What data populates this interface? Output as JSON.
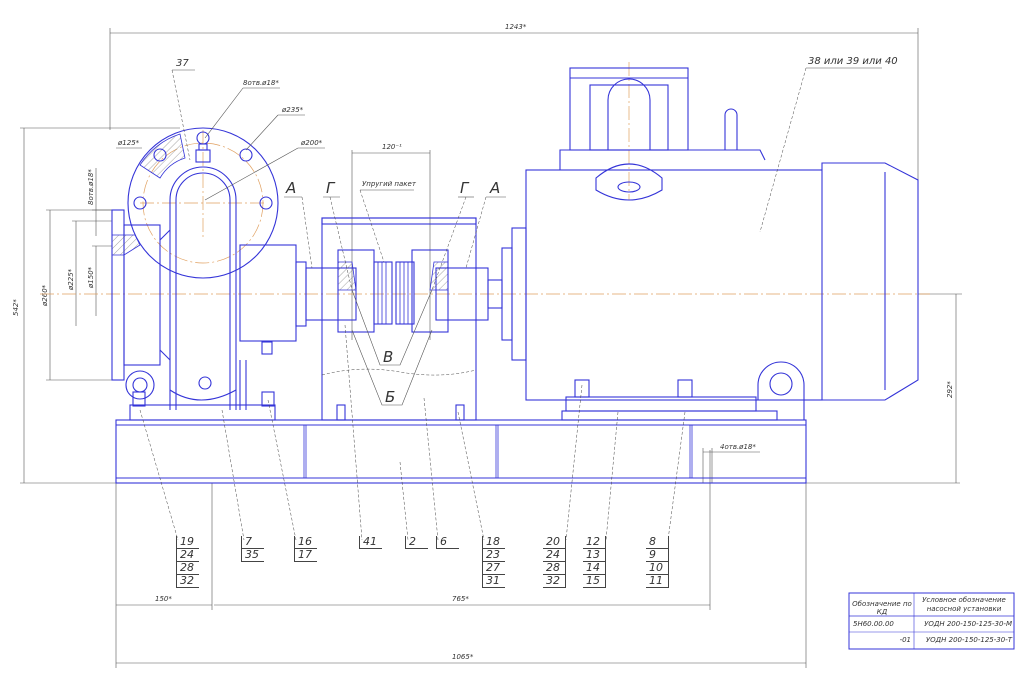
{
  "drawing": {
    "dimensions": {
      "overall_length": "1243*",
      "overall_height": "542*",
      "axis_height": "292*",
      "base_length": "1065*",
      "offset_left": "150*",
      "anchor_spacing": "765*",
      "coupling_gap": "120⁻¹",
      "flange_d260": "ø260*",
      "flange_d225": "ø225*",
      "flange_d150": "ø150*",
      "outlet_d125": "ø125*",
      "outlet_d235": "ø235*",
      "outlet_d200": "ø200*",
      "bolt_holes_outlet": "8отв.ø18*",
      "bolt_holes_inlet": "8отв.ø18*",
      "anchor_holes": "4отв.ø18*"
    },
    "callouts": {
      "pump_part": "37",
      "motor": "38 или 39 или 40",
      "section_a_left": "А",
      "section_g_left": "Г",
      "section_g_right": "Г",
      "section_a_right": "А",
      "elastic_pack": "Упругий пакет",
      "view_v": "В",
      "view_b": "Б"
    },
    "leaders": [
      {
        "id": "g1",
        "numbers": [
          "19",
          "24",
          "28",
          "32"
        ]
      },
      {
        "id": "g2",
        "numbers": [
          "7",
          "35"
        ]
      },
      {
        "id": "g3",
        "numbers": [
          "16",
          "17"
        ]
      },
      {
        "id": "g4",
        "numbers": [
          "41"
        ]
      },
      {
        "id": "g5",
        "numbers": [
          "2"
        ]
      },
      {
        "id": "g6",
        "numbers": [
          "6"
        ]
      },
      {
        "id": "g7",
        "numbers": [
          "18",
          "23",
          "27",
          "31"
        ]
      },
      {
        "id": "g8",
        "numbers": [
          "20",
          "24",
          "28",
          "32"
        ]
      },
      {
        "id": "g9",
        "numbers": [
          "12",
          "13",
          "14",
          "15"
        ]
      },
      {
        "id": "g10",
        "numbers": [
          "8",
          "9",
          "10",
          "11"
        ]
      }
    ],
    "table": {
      "headers": [
        "Обозначение по КД",
        "Условное обозначение насосной установки"
      ],
      "rows": [
        [
          "5Н60.00.00",
          "УОДН 200-150-125-30-М"
        ],
        [
          "-01",
          "УОДН 200-150-125-30-Т"
        ]
      ]
    }
  }
}
